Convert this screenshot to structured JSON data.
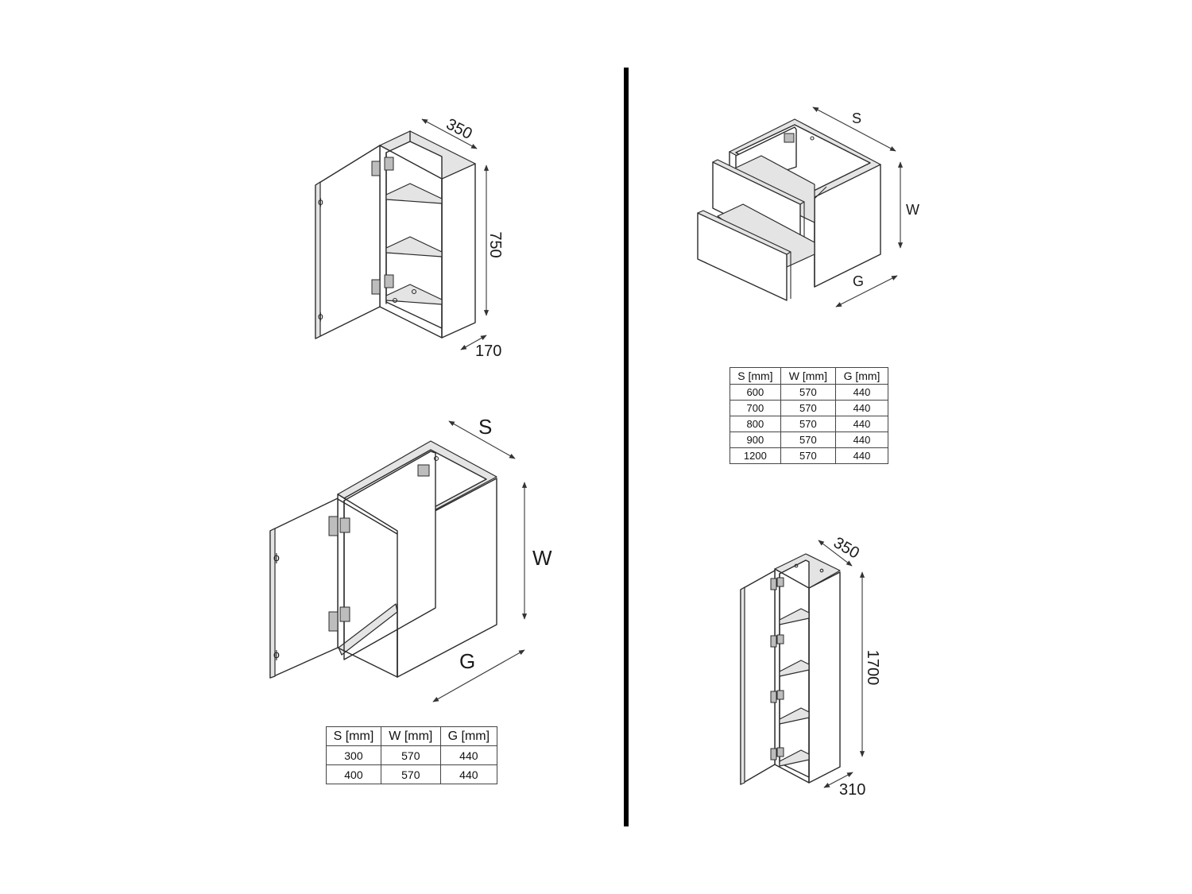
{
  "divider": {
    "color": "#000000"
  },
  "cabinets": {
    "wall_cabinet": {
      "width": "350",
      "height": "750",
      "depth": "170"
    },
    "base_cabinet": {
      "width": "S",
      "height": "W",
      "depth": "G"
    },
    "drawer_unit": {
      "width": "S",
      "height": "W",
      "depth": "G"
    },
    "tall_cabinet": {
      "width": "350",
      "height": "1700",
      "depth": "310"
    }
  },
  "tables": {
    "drawer_unit": {
      "headers": [
        "S [mm]",
        "W [mm]",
        "G [mm]"
      ],
      "rows": [
        [
          "600",
          "570",
          "440"
        ],
        [
          "700",
          "570",
          "440"
        ],
        [
          "800",
          "570",
          "440"
        ],
        [
          "900",
          "570",
          "440"
        ],
        [
          "1200",
          "570",
          "440"
        ]
      ]
    },
    "base_cabinet": {
      "headers": [
        "S [mm]",
        "W [mm]",
        "G [mm]"
      ],
      "rows": [
        [
          "300",
          "570",
          "440"
        ],
        [
          "400",
          "570",
          "440"
        ]
      ]
    }
  }
}
